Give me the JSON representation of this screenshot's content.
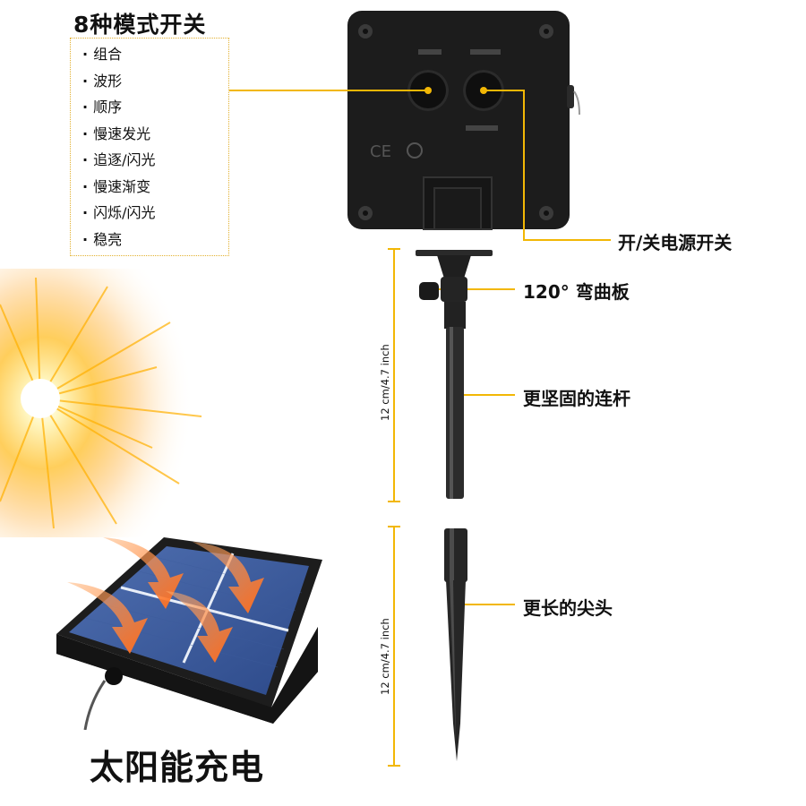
{
  "modes": {
    "title": "8种模式开关",
    "items": [
      "组合",
      "波形",
      "顺序",
      "慢速发光",
      "追逐/闪光",
      "慢速渐变",
      "闪烁/闪光",
      "稳亮"
    ]
  },
  "callouts": {
    "power_switch": "开/关电源开关",
    "bracket": "120° 弯曲板",
    "rod": "更坚固的连杆",
    "spike": "更长的尖头"
  },
  "dimensions": {
    "rod_length": "12 cm/4.7 inch",
    "spike_length": "12 cm/4.7 inch"
  },
  "footer": {
    "label": "太阳能充电"
  },
  "colors": {
    "accent": "#f2b705",
    "body": "#1c1c1c"
  }
}
